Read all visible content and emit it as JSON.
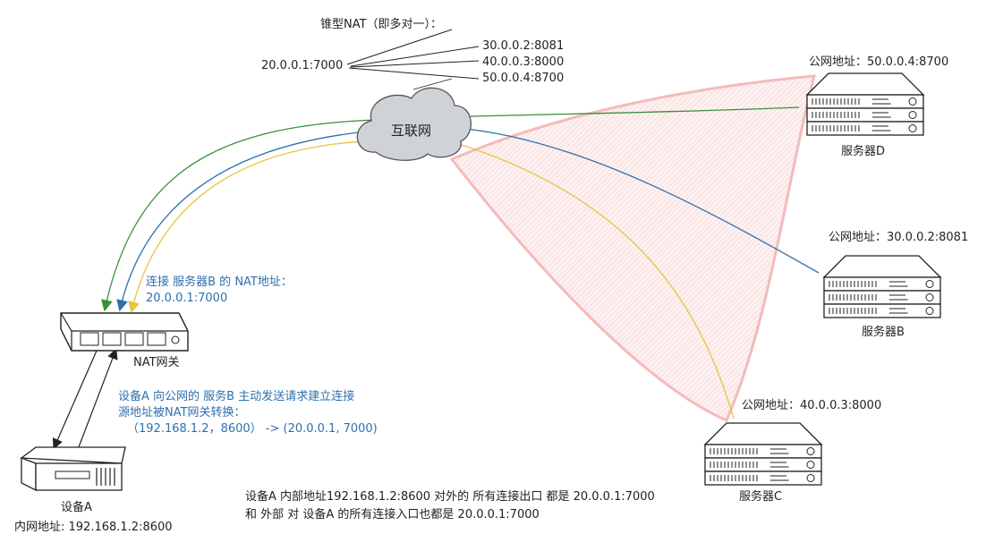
{
  "nat_note": {
    "title": "锥型NAT（即多对一）：",
    "source": "20.0.0.1:7000",
    "targets": [
      "30.0.0.2:8081",
      "40.0.0.3:8000",
      "50.0.0.4:8700"
    ]
  },
  "internet": {
    "label": "互联网"
  },
  "server_d": {
    "addr": "公网地址：50.0.0.4:8700",
    "name": "服务器D"
  },
  "server_b": {
    "addr": "公网地址：30.0.0.2:8081",
    "name": "服务器B"
  },
  "server_c": {
    "addr": "公网地址：40.0.0.3:8000",
    "name": "服务器C"
  },
  "nat_gateway": {
    "name": "NAT网关",
    "conn_line1": "连接 服务器B 的 NAT地址：",
    "conn_line2": "20.0.0.1:7000"
  },
  "device_a": {
    "name": "设备A",
    "addr": "内网地址: 192.168.1.2:8600"
  },
  "translation_note": {
    "line1": "设备A 向公网的 服务B 主动发送请求建立连接",
    "line2": "源地址被NAT网关转换：",
    "line3": "（192.168.1.2，8600） -> (20.0.0.1, 7000)"
  },
  "summary_note": {
    "line1": "设备A 内部地址192.168.1.2:8600 对外的 所有连接出口 都是 20.0.0.1:7000",
    "line2": "和 外部 对 设备A 的所有连接入口也都是 20.0.0.1:7000"
  },
  "colors": {
    "green": "#3a8f3a",
    "blue": "#2e6fb0",
    "yellow": "#e8c440",
    "pink": "#f4b3b3",
    "cloud": "#cfd3d8",
    "label_blue": "#2e6fb0"
  }
}
